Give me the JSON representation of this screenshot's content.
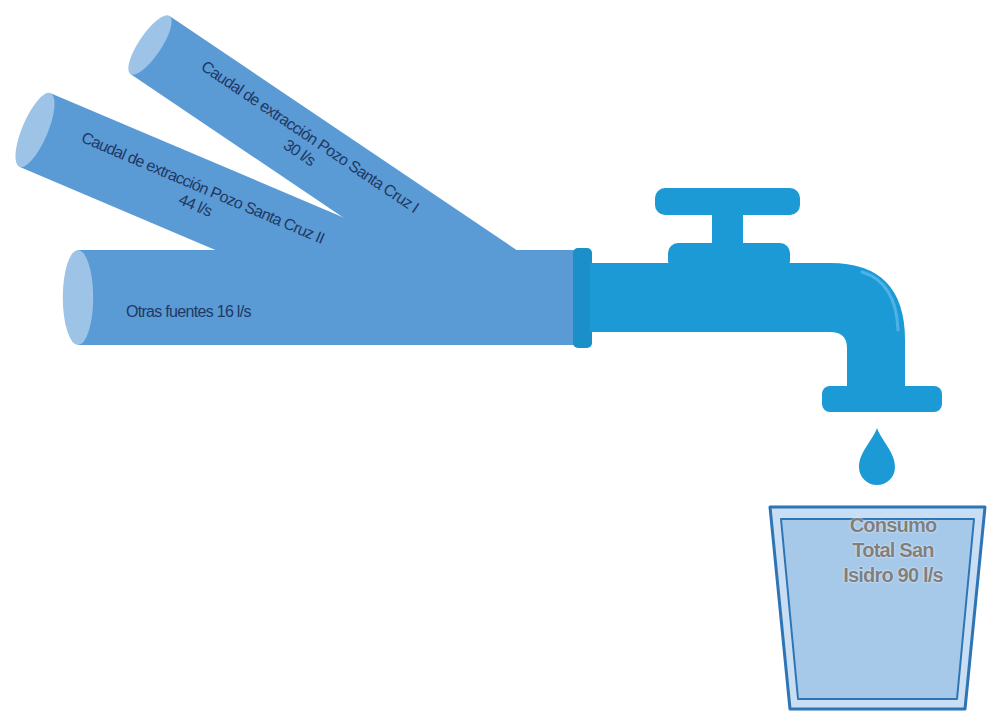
{
  "diagram": {
    "nodes": [
      {
        "text": [
          "Caudal de extracción Pozo Santa Cruz I 30 l/s"
        ]
      },
      {
        "text": [
          "Caudal de extracción Pozo Santa Cruz II 44 l/s"
        ]
      },
      {
        "text": [
          "Otras fuentes 16 l/s"
        ]
      },
      {
        "text": [
          "Consumo Total San Isidro 90 l/s"
        ]
      }
    ]
  }
}
